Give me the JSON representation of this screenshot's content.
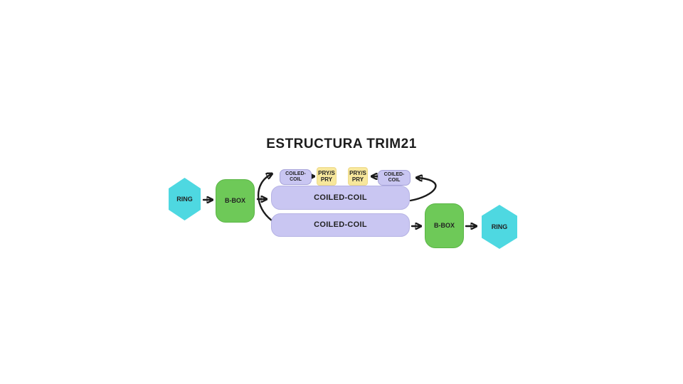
{
  "title": "ESTRUCTURA TRIM21",
  "nodes": {
    "ring_left": "RING",
    "bbox_left": "B-BOX",
    "coiled_small_left": {
      "l1": "COILED-",
      "l2": "COIL"
    },
    "pryspry_left": {
      "l1": "PRY/S",
      "l2": "PRY"
    },
    "pryspry_right": {
      "l1": "PRY/S",
      "l2": "PRY"
    },
    "coiled_small_right": {
      "l1": "COILED-",
      "l2": "COIL"
    },
    "coiled_bar_top": "COILED-COIL",
    "coiled_bar_bottom": "COILED-COIL",
    "bbox_right": "B-BOX",
    "ring_right": "RING"
  },
  "colors": {
    "ring_hexagon": "#4ed8e1",
    "bbox_box": "#6ec958",
    "coiled_coil_box": "#c9c6f2",
    "pry_box": "#f7e79c",
    "arrow": "#1b1b1b",
    "title_text": "#1c1c1c",
    "background": "#ffffff"
  }
}
